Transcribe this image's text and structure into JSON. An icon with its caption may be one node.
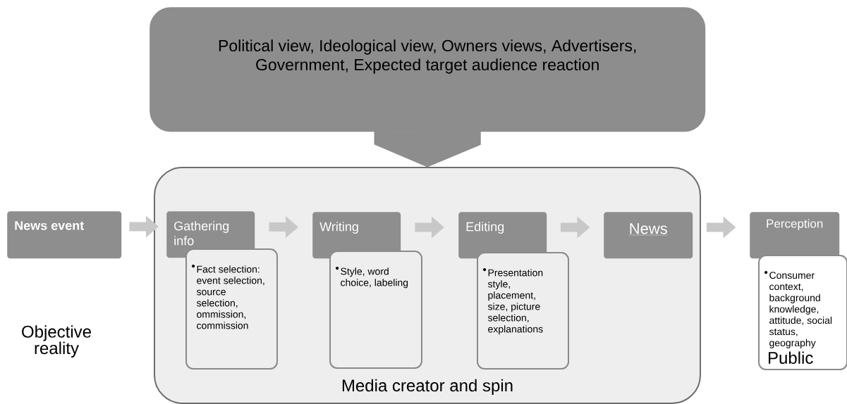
{
  "diagram": {
    "nodes": [
      {
        "text": [
          "Political view, Ideological view, Owners views, Advertisers, Government, Expected target audience reaction"
        ]
      },
      {
        "text": [
          "Media creator and spin"
        ]
      },
      {
        "text": [
          "News event"
        ]
      },
      {
        "text": [
          "Gathering info"
        ],
        "in": 1
      },
      {
        "text": [
          "Fact selection: event selection, source selection, ommission, commission"
        ],
        "in": 1
      },
      {
        "text": [
          "Writing"
        ],
        "in": 1
      },
      {
        "text": [
          "Style, word choice, labeling"
        ],
        "in": 1
      },
      {
        "text": [
          "Editing"
        ],
        "in": 1
      },
      {
        "text": [
          "Presentation style, placement, size, picture selection, explanations"
        ],
        "in": 1
      },
      {
        "text": [
          "News"
        ],
        "in": 1
      },
      {
        "text": [
          "Perception"
        ]
      },
      {
        "text": [
          "Consumer context, background knowledge, attitude, social status, geography",
          "Public"
        ]
      }
    ],
    "edges": [
      {
        "from": 0,
        "to": 1,
        "arrow": "to",
        "style": "thick",
        "color": "#8d8d8d"
      },
      {
        "from": 2,
        "to": 3,
        "arrow": "to"
      },
      {
        "from": 3,
        "to": 5,
        "arrow": "to"
      },
      {
        "from": 5,
        "to": 7,
        "arrow": "to"
      },
      {
        "from": 7,
        "to": 9,
        "arrow": "to"
      },
      {
        "from": 9,
        "to": 10,
        "arrow": "to"
      }
    ],
    "labels": [
      "Objective reality"
    ]
  }
}
